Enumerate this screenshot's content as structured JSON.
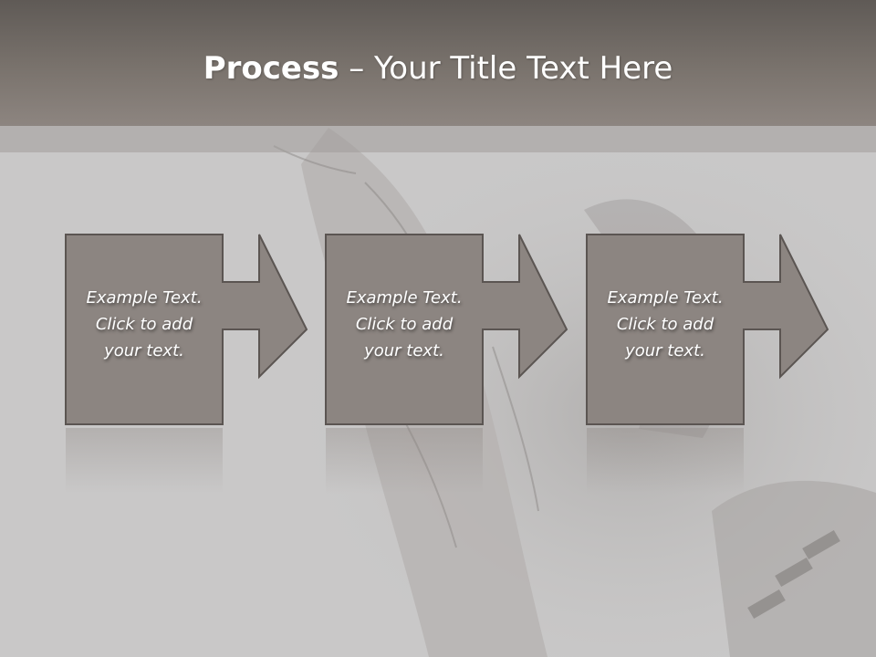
{
  "slide": {
    "title_bold": "Process",
    "title_rest": " – Your Title Text Here",
    "steps": [
      {
        "lines": [
          "Example Text.",
          "Click  to add",
          "your text."
        ]
      },
      {
        "lines": [
          "Example Text.",
          "Click  to add",
          "your text."
        ]
      },
      {
        "lines": [
          "Example Text.",
          "Click  to add",
          "your text."
        ]
      }
    ]
  },
  "colors": {
    "title_bar": "#7a736d",
    "box_fill": "#8c8581",
    "box_border": "#5b5552",
    "background": "#c9c8c8"
  }
}
